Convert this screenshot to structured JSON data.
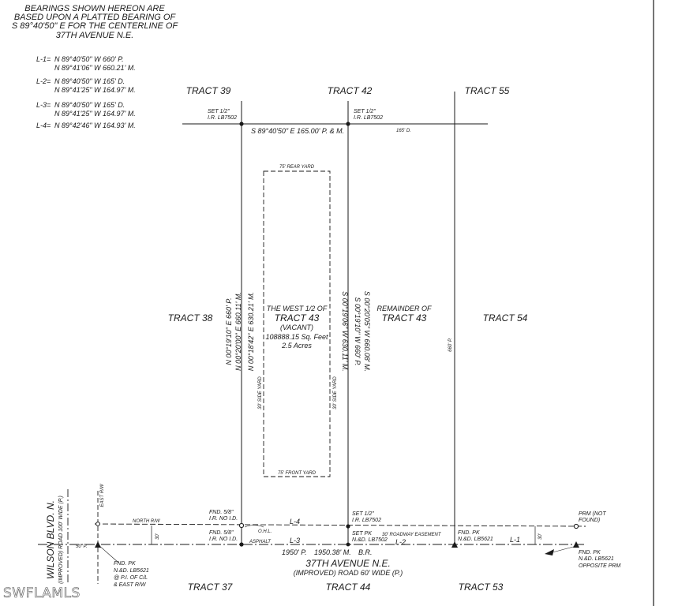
{
  "colors": {
    "ink": "#1a1a1a",
    "paper": "#ffffff",
    "watermark": "#ffffff"
  },
  "note": {
    "lines": [
      "BEARINGS SHOWN HEREON ARE",
      "BASED UPON A PLATTED BEARING OF",
      "S 89°40'50\" E  FOR THE CENTERLINE OF",
      "37TH AVENUE N.E."
    ]
  },
  "line_table": [
    {
      "label": "L-1=",
      "values": [
        "N 89°40'50\" W  660' P.",
        "N 89°41'06\" W  660.21' M."
      ]
    },
    {
      "label": "L-2=",
      "values": [
        "N 89°40'50\" W  165' D.",
        "N 89°41'25\" W  164.97' M."
      ]
    },
    {
      "label": "L-3=",
      "values": [
        "N 89°40'50\" W  165' D.",
        "N 89°41'25\" W  164.97' M."
      ]
    },
    {
      "label": "L-4=",
      "values": [
        "N 89°42'46\" W  164.93' M."
      ]
    }
  ],
  "tracts": {
    "t39": "TRACT 39",
    "t42": "TRACT 42",
    "t55": "TRACT 55",
    "t38": "TRACT 38",
    "t54": "TRACT 54",
    "t37": "TRACT 37",
    "t44": "TRACT 44",
    "t53": "TRACT 53"
  },
  "subject": {
    "line1": "THE WEST 1/2 OF",
    "line2": "TRACT 43",
    "line3": "(VACANT)",
    "area": "108888.15 Sq. Feet",
    "acres": "2.5 Acres"
  },
  "remainder": {
    "line1": "REMAINDER OF",
    "line2": "TRACT 43"
  },
  "yards": {
    "rear": "75' REAR YARD",
    "front": "75' FRONT YARD",
    "side_left": "30' SIDE YARD",
    "side_right": "30' SIDE YARD"
  },
  "boundary": {
    "north": "S 89°40'50\" E  165.00' P. & M.",
    "north_d": "165' D.",
    "west_a": "N 00°19'10\" E  660' P.",
    "west_b": "N 00°20'00\" E  660.11' M.",
    "west_c": "N 00°18'42\" E  630.21' M.",
    "east_a": "S 00°19'06\" W  630.11' M.",
    "east_b": "S 00°19'10\" W  660' P.",
    "east_c": "S 00°20'05\" W  660.08' M.",
    "east_660": "660' P."
  },
  "monuments": {
    "nw": [
      "SET 1/2\"",
      "I.R. LB7502"
    ],
    "ne": [
      "SET 1/2\"",
      "I.R. LB7502"
    ],
    "fnd1": [
      "FND. 5/8\"",
      "I.R. NO I.D."
    ],
    "fnd2": [
      "FND. 5/8\"",
      "I.R. NO I.D."
    ],
    "set_se": [
      "SET 1/2\"",
      "I.R. LB7502"
    ],
    "set_pk": [
      "SET PK",
      "N.&D. LB7502"
    ],
    "fnd_pk_mid": [
      "FND. PK",
      "N.&D. LB5621"
    ],
    "prm": [
      "PRM (NOT",
      "FOUND)"
    ],
    "fnd_pk_right": [
      "FND. PK",
      "N.&D. LB5621",
      "OPPOSITE PRM"
    ],
    "fnd_pk_left": [
      "FND. PK",
      "N.&D. LB5621",
      "@ P.I. OF C/L",
      "& EAST R/W"
    ]
  },
  "road": {
    "north_rw": "NORTH R/W",
    "east_rw": "EAST R/W",
    "ohl": "O.H.L.",
    "asphalt": "ASPHALT",
    "easement": "30' ROADWAY EASEMENT",
    "thirty_left": "30'",
    "thirty_right": "30'",
    "fifty": "50' P.",
    "l1": "L-1",
    "l2": "L-2",
    "l3": "L-3",
    "l4": "L-4",
    "dist_p": "1950' P.",
    "dist_m": "1950.38' M.",
    "br": "B.R.",
    "avenue_name": "37TH AVENUE N.E.",
    "avenue_width": "(IMPROVED) ROAD 60' WIDE (P.)",
    "blvd_name": "WILSON BLVD. N.",
    "blvd_width": "(IMPROVED) ROAD 100' WIDE (P.)"
  },
  "watermark": "SWFLAMLS"
}
